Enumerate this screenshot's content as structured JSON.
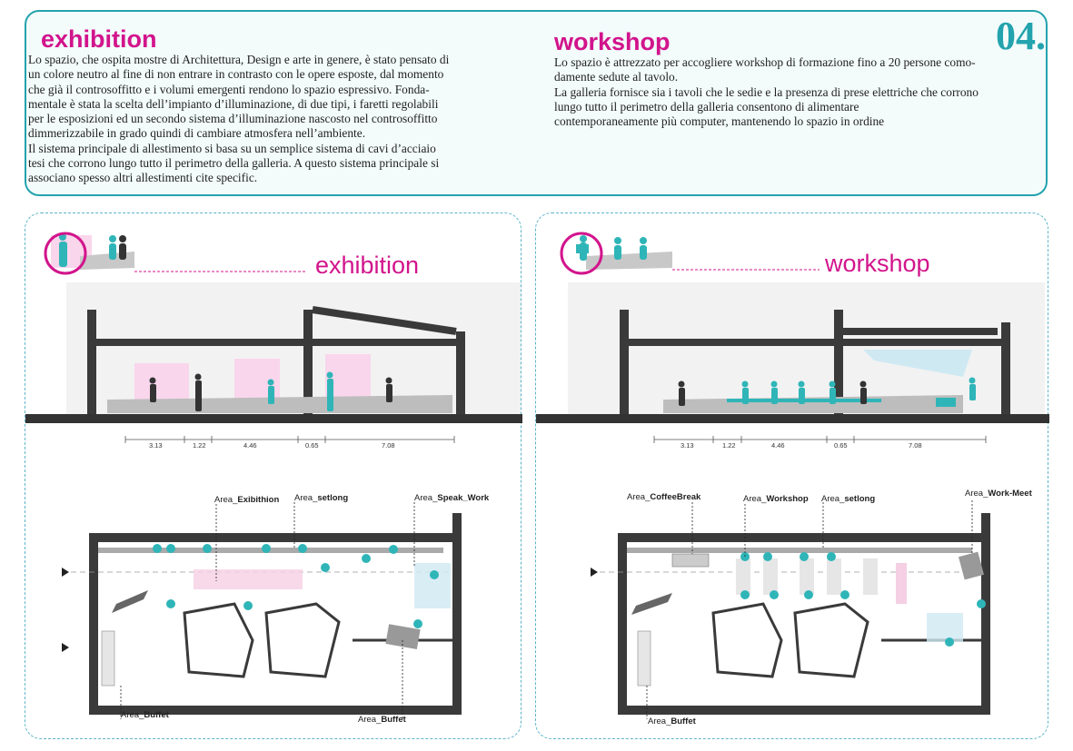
{
  "header": {
    "page_number": "04.",
    "exhibition": {
      "title": "exhibition",
      "text": "Lo spazio, che ospita mostre di Architettura, Design e arte in genere, è stato pensato di\nun colore neutro al fine di non entrare in contrasto con le opere esposte, dal momento\nche già il controsoffitto e i volumi emergenti rendono lo spazio espressivo. Fonda-\nmentale è stata la scelta dell’impianto d’illuminazione, di due tipi, i faretti regolabili\nper le esposizioni ed un secondo sistema d’illuminazione nascosto nel controsoffitto\ndimmerizzabile in grado quindi di cambiare atmosfera nell’ambiente.\nIl sistema principale di allestimento si basa su un semplice sistema di cavi d’acciaio\ntesi che corrono lungo tutto il perimetro della galleria. A questo sistema principale si\nassociano spesso altri allestimenti cite specific."
    },
    "workshop": {
      "title": "workshop",
      "text": "Lo spazio è attrezzato per accogliere workshop di formazione fino a 20 persone como-\ndamente sedute al tavolo.\nLa galleria fornisce sia i tavoli che le sedie e la presenza di prese elettriche che corrono\nlungo tutto il perimetro della galleria consentono di alimentare\ncontemporaneamente più computer, mantenendo lo spazio in ordine"
    }
  },
  "panels": {
    "exhibition": {
      "label": "exhibition",
      "dimensions": [
        "3.13",
        "1.22",
        "4.46",
        "0.65",
        "7.08"
      ],
      "areas": {
        "exhibition": {
          "prefix": "Area_",
          "name": "Exibithion"
        },
        "setlong": {
          "prefix": "Area_",
          "name": "setlong"
        },
        "speak_work": {
          "prefix": "Area_",
          "name": "Speak_Work"
        },
        "buffet_left": {
          "prefix": "Area_",
          "name": "Buffet"
        },
        "buffet_right": {
          "prefix": "Area_",
          "name": "Buffet"
        }
      }
    },
    "workshop": {
      "label": "workshop",
      "dimensions": [
        "3.13",
        "1.22",
        "4.46",
        "0.65",
        "7.08"
      ],
      "areas": {
        "coffeebreak": {
          "prefix": "Area_",
          "name": "CoffeeBreak"
        },
        "workshop": {
          "prefix": "Area_",
          "name": "Workshop"
        },
        "setlong": {
          "prefix": "Area_",
          "name": "setlong"
        },
        "work_meet": {
          "prefix": "Area_",
          "name": "Work-Meet"
        },
        "buffet": {
          "prefix": "Area_",
          "name": "Buffet"
        }
      }
    }
  },
  "colors": {
    "accent_magenta": "#d2148c",
    "accent_teal": "#23a3ae",
    "wall": "#3a3a3a",
    "figure_teal": "#2fb5b8"
  }
}
